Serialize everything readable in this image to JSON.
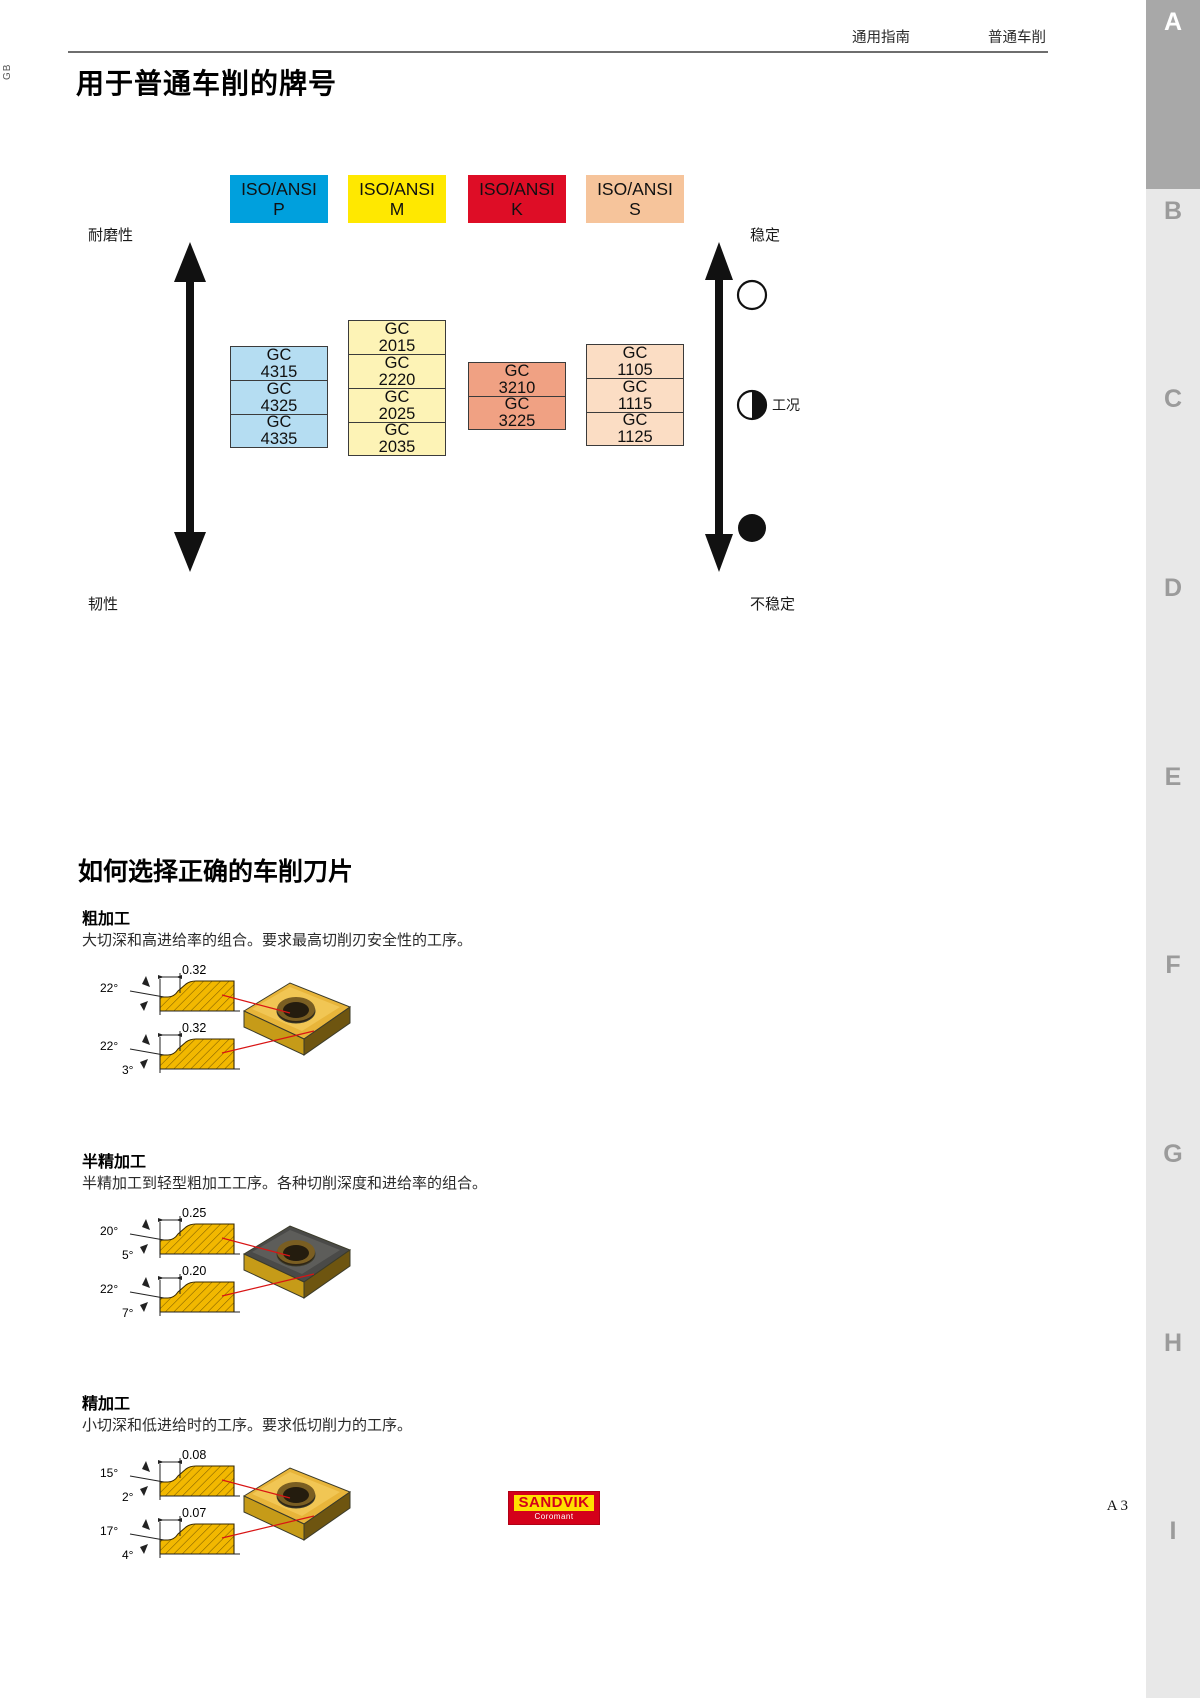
{
  "header": {
    "left_mark": "GB",
    "crumb_general": "通用指南",
    "crumb_section": "普通车削"
  },
  "page_title": "用于普通车削的牌号",
  "chart_data": {
    "type": "table",
    "title": "用于普通车削的牌号",
    "ylabel_top": "耐磨性",
    "ylabel_bottom": "韧性",
    "right_label_top": "稳定",
    "right_label_bottom": "不稳定",
    "right_marker_label": "工况",
    "categories": [
      "ISO/ANSI P",
      "ISO/ANSI M",
      "ISO/ANSI K",
      "ISO/ANSI S"
    ],
    "columns": [
      {
        "iso_line1": "ISO/ANSI",
        "iso_line2": "P",
        "header_color": "#00a0dd",
        "grade_color": "#b5ddf2",
        "grades": [
          {
            "prefix": "GC",
            "number": "4315"
          },
          {
            "prefix": "GC",
            "number": "4325"
          },
          {
            "prefix": "GC",
            "number": "4335"
          }
        ]
      },
      {
        "iso_line1": "ISO/ANSI",
        "iso_line2": "M",
        "header_color": "#ffe800",
        "grade_color": "#fdf3b6",
        "grades": [
          {
            "prefix": "GC",
            "number": "2015"
          },
          {
            "prefix": "GC",
            "number": "2220"
          },
          {
            "prefix": "GC",
            "number": "2025"
          },
          {
            "prefix": "GC",
            "number": "2035"
          }
        ]
      },
      {
        "iso_line1": "ISO/ANSI",
        "iso_line2": "K",
        "header_color": "#de0d26",
        "grade_color": "#f0a183",
        "grades": [
          {
            "prefix": "GC",
            "number": "3210"
          },
          {
            "prefix": "GC",
            "number": "3225"
          }
        ]
      },
      {
        "iso_line1": "ISO/ANSI",
        "iso_line2": "S",
        "header_color": "#f6c49b",
        "grade_color": "#fbddc4",
        "grades": [
          {
            "prefix": "GC",
            "number": "1105"
          },
          {
            "prefix": "GC",
            "number": "1115"
          },
          {
            "prefix": "GC",
            "number": "1125"
          }
        ]
      }
    ]
  },
  "section2": {
    "title": "如何选择正确的车削刀片",
    "subsections": [
      {
        "title": "粗加工",
        "body": "大切深和高进给率的组合。要求最高切削刃安全性的工序。",
        "profiles": [
          {
            "angle1": "22°",
            "angle2": "",
            "width": "0.32"
          },
          {
            "angle1": "22°",
            "angle2": "3°",
            "width": "0.32"
          }
        ],
        "insert_style": "gold"
      },
      {
        "title": "半精加工",
        "body": "半精加工到轻型粗加工工序。各种切削深度和进给率的组合。",
        "profiles": [
          {
            "angle1": "20°",
            "angle2": "5°",
            "width": "0.25"
          },
          {
            "angle1": "22°",
            "angle2": "7°",
            "width": "0.20"
          }
        ],
        "insert_style": "dark"
      },
      {
        "title": "精加工",
        "body": "小切深和低进给时的工序。要求低切削力的工序。",
        "profiles": [
          {
            "angle1": "15°",
            "angle2": "2°",
            "width": "0.08"
          },
          {
            "angle1": "17°",
            "angle2": "4°",
            "width": "0.07"
          }
        ],
        "insert_style": "gold"
      }
    ]
  },
  "index_tabs": [
    {
      "label": "A",
      "active": true
    },
    {
      "label": "B",
      "active": false
    },
    {
      "label": "C",
      "active": false
    },
    {
      "label": "D",
      "active": false
    },
    {
      "label": "E",
      "active": false
    },
    {
      "label": "F",
      "active": false
    },
    {
      "label": "G",
      "active": false
    },
    {
      "label": "H",
      "active": false
    },
    {
      "label": "I",
      "active": false
    }
  ],
  "footer": {
    "logo_main": "SANDVIK",
    "logo_sub": "Coromant",
    "page_number": "A 3"
  }
}
